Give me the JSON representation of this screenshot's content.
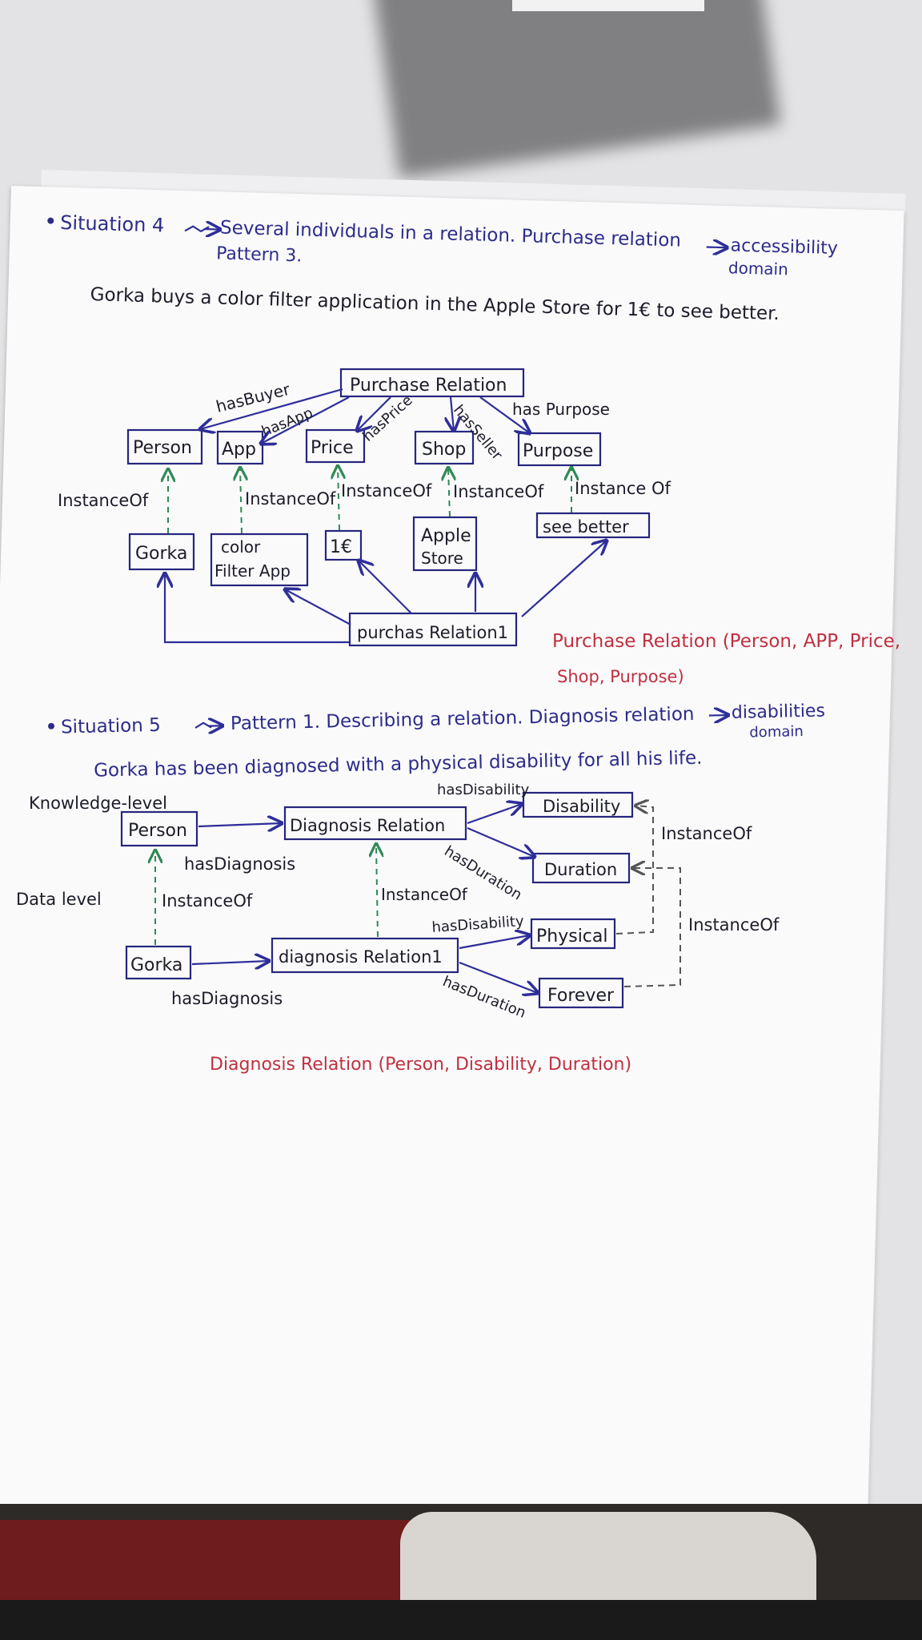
{
  "situation4": {
    "title": "Situation 4",
    "desc": "Several individuals in a relation. Purchase relation",
    "domain_a": "accessibility",
    "domain_b": "domain",
    "pattern": "Pattern 3.",
    "sentence": "Gorka buys a color filter application in the Apple Store for 1€ to see better."
  },
  "diagram1": {
    "nodes": {
      "purchase_relation": "Purchase Relation",
      "person": "Person",
      "app": "App",
      "price": "Price",
      "shop": "Shop",
      "purpose": "Purpose",
      "gorka": "Gorka",
      "app_line1": "color",
      "app_line2": "Filter App",
      "price_value": "1€",
      "store_line1": "Apple",
      "store_line2": "Store",
      "see_better": "see better",
      "purchase_relation1": "purchas Relation1"
    },
    "edges": {
      "has_buyer": "hasBuyer",
      "has_app": "hasApp",
      "has_price": "hasPrice",
      "has_seller": "hasSeller",
      "has_purpose": "has Purpose"
    },
    "instance_labels": {
      "person": "InstanceOf",
      "app": "InstanceOf",
      "price": "InstanceOf",
      "shop": "InstanceOf",
      "purpose": "Instance Of"
    },
    "signature_line1": "Purchase Relation (Person, APP, Price,",
    "signature_line2": "Shop, Purpose)"
  },
  "situation5": {
    "title": "Situation 5",
    "desc": "Pattern 1. Describing a relation. Diagnosis relation",
    "domain_a": "disabilities",
    "domain_b": "domain",
    "sentence": "Gorka has been diagnosed with a physical disability for all his life."
  },
  "diagram2": {
    "levels": {
      "knowledge": "Knowledge-level",
      "data": "Data level"
    },
    "nodes": {
      "person": "Person",
      "diagnosis_relation": "Diagnosis Relation",
      "disability": "Disability",
      "duration": "Duration",
      "gorka": "Gorka",
      "diagnosis_relation1": "diagnosis Relation1",
      "physical": "Physical",
      "forever": "Forever"
    },
    "edges": {
      "has_diagnosis_top": "hasDiagnosis",
      "has_diagnosis_bottom": "hasDiagnosis",
      "has_disability_top": "hasDisability",
      "has_duration_top": "hasDuration",
      "has_disability_bottom": "hasDisability",
      "has_duration_bottom": "hasDuration"
    },
    "instance_labels": {
      "person": "InstanceOf",
      "relation": "InstanceOf",
      "disability": "InstanceOf",
      "duration": "InstanceOf"
    },
    "signature": "Diagnosis Relation (Person, Disability, Duration)"
  },
  "colors": {
    "ink": "#2c2c8a",
    "red_ink": "#c03040",
    "instance_arrow": "#2f8a55"
  }
}
